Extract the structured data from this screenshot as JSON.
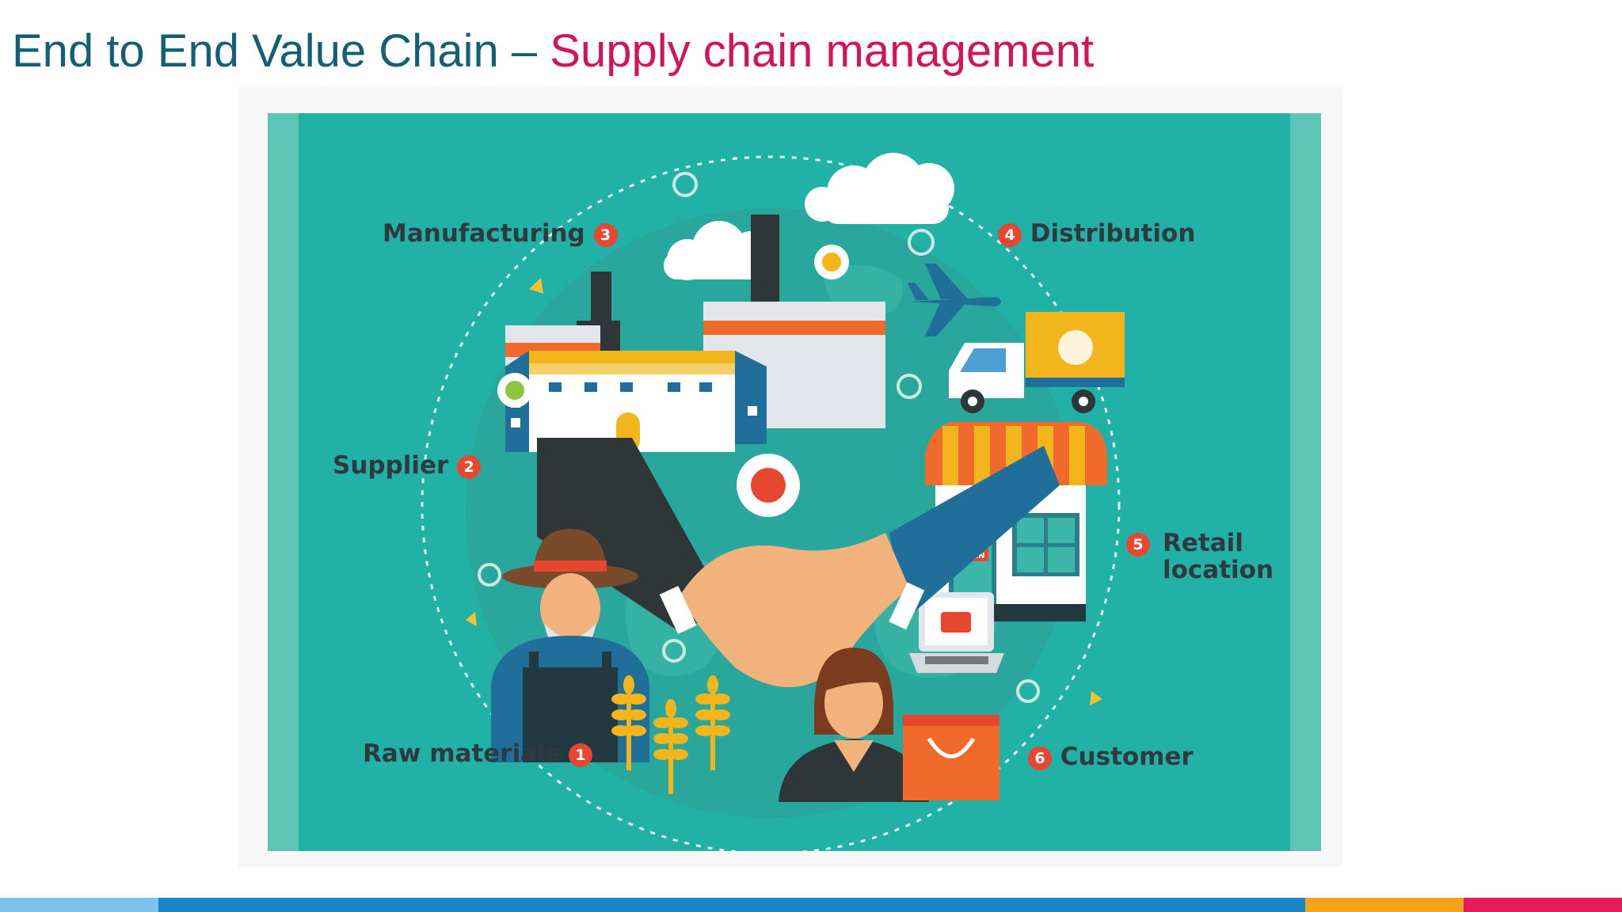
{
  "slide": {
    "title_part1": "End to End Value Chain – ",
    "title_part2": "Supply chain management"
  },
  "stages": [
    {
      "number": "1",
      "label": "Raw materials"
    },
    {
      "number": "2",
      "label": "Supplier"
    },
    {
      "number": "3",
      "label": "Manufacturing"
    },
    {
      "number": "4",
      "label": "Distribution"
    },
    {
      "number": "5",
      "label_line1": "Retail",
      "label_line2": "location"
    },
    {
      "number": "6",
      "label": "Customer"
    }
  ],
  "store_sign": "OPEN",
  "colors": {
    "title_primary": "#135f76",
    "title_accent": "#d4145a",
    "panel_background": "#22b1a6",
    "badge": "#e8472f",
    "bottom_bar": [
      "#7cc4ef",
      "#1b86c6",
      "#f7a21b",
      "#e6195a"
    ]
  }
}
